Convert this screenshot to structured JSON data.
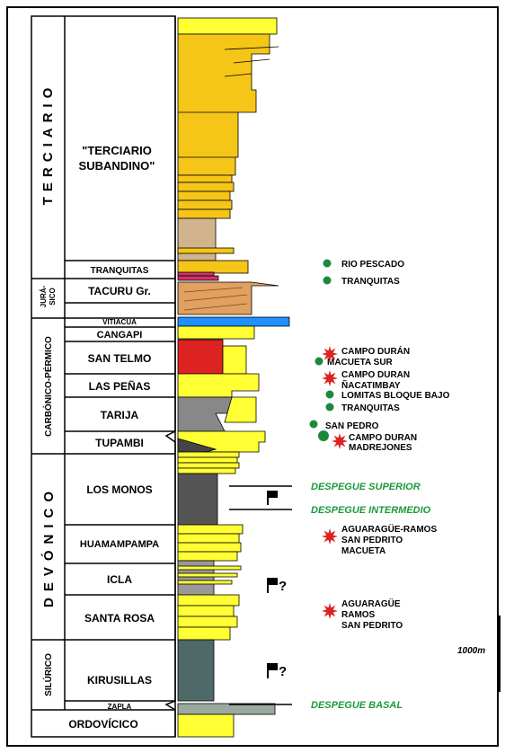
{
  "periods": [
    {
      "id": "terciario",
      "label": "TERCIARIO"
    },
    {
      "id": "jurasico",
      "label": "JURÁ-\nSICO"
    },
    {
      "id": "carbonico",
      "label": "CARBÓNICO-PÉRMICO"
    },
    {
      "id": "devonico",
      "label": "DEVÓNICO"
    },
    {
      "id": "silurico",
      "label": "SILÚRICO"
    }
  ],
  "formations": [
    {
      "id": "terciario-subandino",
      "label": "\"TERCIARIO\nSUBANDINO\""
    },
    {
      "id": "tranquitas",
      "label": "TRANQUITAS"
    },
    {
      "id": "tacuru",
      "label": "TACURU Gr."
    },
    {
      "id": "vitiacua",
      "label": "VITIACUA"
    },
    {
      "id": "cangapi",
      "label": "CANGAPI"
    },
    {
      "id": "san-telmo",
      "label": "SAN TELMO"
    },
    {
      "id": "las-penas",
      "label": "LAS PEÑAS"
    },
    {
      "id": "tarija",
      "label": "TARIJA"
    },
    {
      "id": "tupambi",
      "label": "TUPAMBI"
    },
    {
      "id": "los-monos",
      "label": "LOS MONOS"
    },
    {
      "id": "huamampampa",
      "label": "HUAMAMPAMPA"
    },
    {
      "id": "icla",
      "label": "ICLA"
    },
    {
      "id": "santa-rosa",
      "label": "SANTA ROSA"
    },
    {
      "id": "kirusillas",
      "label": "KIRUSILLAS"
    },
    {
      "id": "zapla",
      "label": "ZAPLA"
    },
    {
      "id": "ordovicico",
      "label": "ORDOVÍCICO"
    }
  ],
  "fields": [
    {
      "id": "rio-pescado",
      "label": "RIO PESCADO",
      "marker": "green-dot"
    },
    {
      "id": "tranquitas-field",
      "label": "TRANQUITAS",
      "marker": "green-dot"
    },
    {
      "id": "campo-duran-1",
      "label": "CAMPO DURÁN",
      "marker": "red-star"
    },
    {
      "id": "macueta-sur",
      "label": "MACUETA SUR",
      "marker": "green-dot"
    },
    {
      "id": "campo-duran-2",
      "label": "CAMPO DURAN",
      "marker": "red-star"
    },
    {
      "id": "nacatimbay",
      "label": "ÑACATIMBAY",
      "marker": "red-star"
    },
    {
      "id": "lomitas",
      "label": "LOMITAS BLOQUE BAJO",
      "marker": "green-dot"
    },
    {
      "id": "tranquitas-2",
      "label": "TRANQUITAS",
      "marker": "green-dot"
    },
    {
      "id": "san-pedro",
      "label": "SAN PEDRO",
      "marker": "green-dot"
    },
    {
      "id": "campo-duran-3",
      "label": "CAMPO DURAN",
      "marker": "red-star"
    },
    {
      "id": "madrejones",
      "label": "MADREJONES",
      "marker": "none"
    }
  ],
  "groups": [
    {
      "id": "group-huamampampa",
      "lines": [
        "AGUARAGÜE-RAMOS",
        "SAN PEDRITO",
        "MACUETA"
      ],
      "marker": "red-star"
    },
    {
      "id": "group-santa-rosa",
      "lines": [
        "AGUARAGÜE",
        "RAMOS",
        "SAN PEDRITO"
      ],
      "marker": "red-star"
    }
  ],
  "detachments": [
    {
      "id": "superior",
      "label": "DESPEGUE SUPERIOR"
    },
    {
      "id": "intermedio",
      "label": "DESPEGUE INTERMEDIO"
    },
    {
      "id": "basal",
      "label": "DESPEGUE BASAL"
    }
  ],
  "source_rock_marks": [
    {
      "id": "los-monos-flag",
      "label": ""
    },
    {
      "id": "icla-flag",
      "label": "?"
    },
    {
      "id": "kirusillas-flag",
      "label": "?"
    }
  ],
  "scale": {
    "label": "1000m"
  },
  "colors": {
    "yellow": "#f5c518",
    "sand": "#ffff33",
    "red": "#dd2222",
    "blue": "#1e90ff",
    "brown": "#d2b48c",
    "tan": "#e0a060",
    "dark": "#555555",
    "green": "#1a8a3a",
    "pink": "#cc3366",
    "slate": "#4f6868",
    "grey": "#999999"
  }
}
